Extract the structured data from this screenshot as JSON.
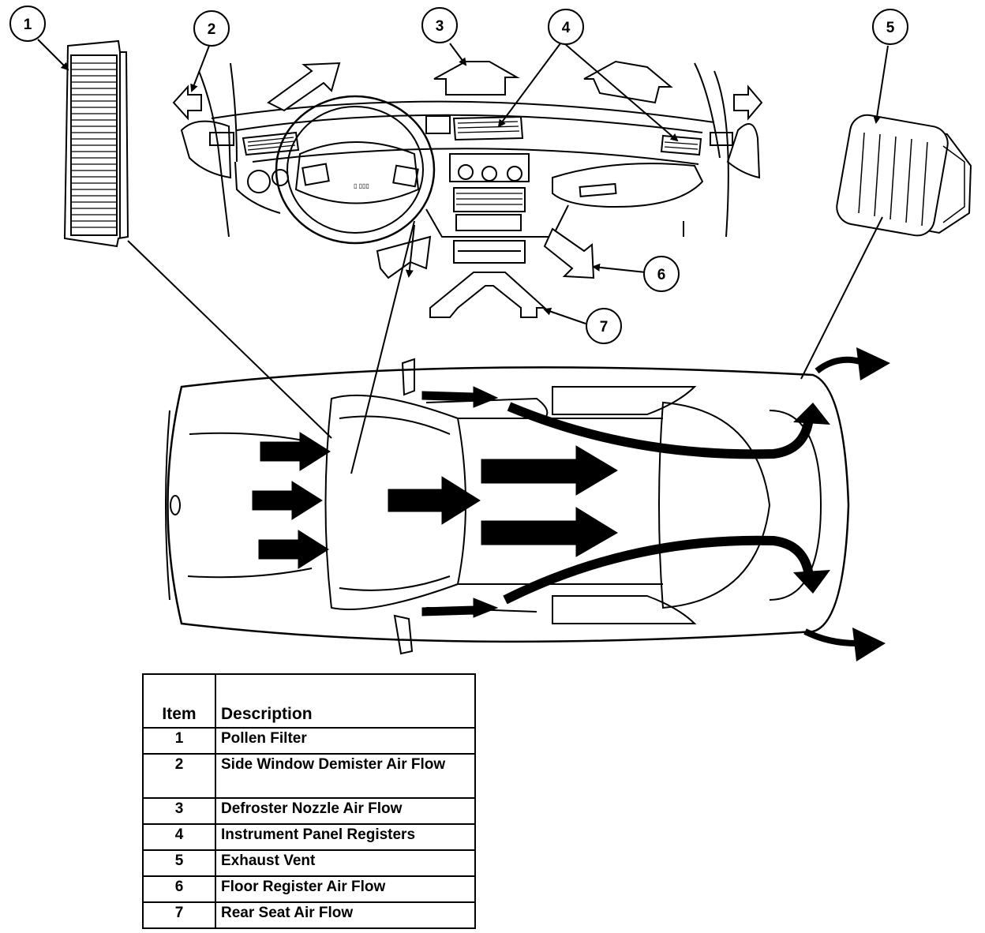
{
  "callouts": [
    {
      "number": "1"
    },
    {
      "number": "2"
    },
    {
      "number": "3"
    },
    {
      "number": "4"
    },
    {
      "number": "5"
    },
    {
      "number": "6"
    },
    {
      "number": "7"
    }
  ],
  "legend": {
    "header_item": "Item",
    "header_description": "Description",
    "rows": [
      {
        "item": "1",
        "description": "Pollen Filter"
      },
      {
        "item": "2",
        "description": "Side Window Demister Air Flow"
      },
      {
        "item": "3",
        "description": "Defroster Nozzle Air Flow"
      },
      {
        "item": "4",
        "description": "Instrument Panel Registers"
      },
      {
        "item": "5",
        "description": "Exhaust Vent"
      },
      {
        "item": "6",
        "description": "Floor Register Air Flow"
      },
      {
        "item": "7",
        "description": "Rear Seat Air Flow"
      }
    ]
  }
}
